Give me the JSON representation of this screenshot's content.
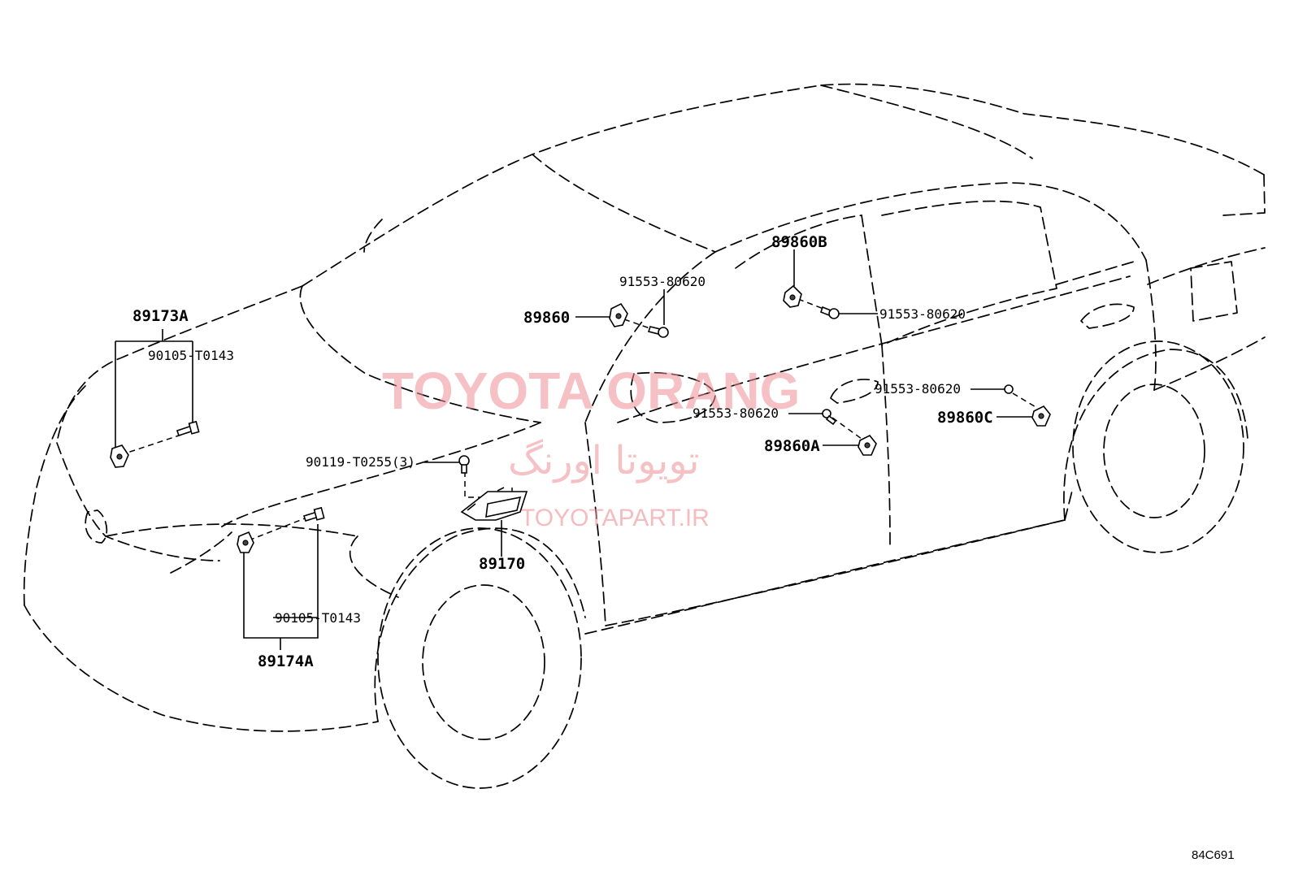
{
  "watermarks": {
    "brand": "TOYOTA ORANG",
    "persian": "تویوتا اورنگ",
    "url": "TOYOTAPART.IR"
  },
  "diagram_code": "84C691",
  "parts": [
    {
      "id": "p89173A",
      "label": "89173A"
    },
    {
      "id": "p90105a",
      "label": "90105-T0143"
    },
    {
      "id": "p90105b",
      "label": "90105-T0143"
    },
    {
      "id": "p89174A",
      "label": "89174A"
    },
    {
      "id": "p90119",
      "label": "90119-T0255(3)"
    },
    {
      "id": "p89170",
      "label": "89170"
    },
    {
      "id": "p89860",
      "label": "89860"
    },
    {
      "id": "p91553a",
      "label": "91553-80620"
    },
    {
      "id": "p89860B",
      "label": "89860B"
    },
    {
      "id": "p91553b",
      "label": "91553-80620"
    },
    {
      "id": "p91553c",
      "label": "91553-80620"
    },
    {
      "id": "p89860C",
      "label": "89860C"
    },
    {
      "id": "p91553d",
      "label": "91553-80620"
    },
    {
      "id": "p89860A",
      "label": "89860A"
    }
  ],
  "icons": [
    "sensor-icon",
    "bolt-icon",
    "module-icon"
  ]
}
